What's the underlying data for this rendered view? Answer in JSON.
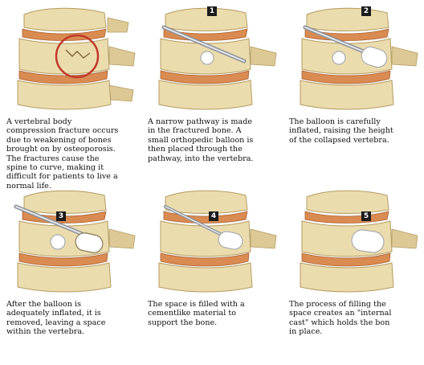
{
  "colors": {
    "bone": "#ebdcae",
    "bone_dark": "#c8b27a",
    "disc": "#d98b52",
    "highlight": "#c0392b",
    "balloon": "#ffffff",
    "badge": "#1b1b1b"
  },
  "panels": [
    {
      "step": "",
      "caption": "A vertebral body\ncompression fracture occurs\ndue to weakening of bones\nbrought on by osteoporosis.\nThe fractures cause the\nspine to curve, making it\ndifficult for patients to live a\nnormal life."
    },
    {
      "step": "1",
      "caption": "A narrow pathway is made\nin the fractured bone. A\nsmall orthopedic balloon is\nthen placed through the\npathway, into the vertebra."
    },
    {
      "step": "2",
      "caption": "The balloon is carefully\ninflated, raising the height\nof the collapsed vertebra."
    },
    {
      "step": "3",
      "caption": "After the balloon is\nadequately inflated, it is\nremoved, leaving a space\nwithin the vertebra."
    },
    {
      "step": "4",
      "caption": "The space is filled with a\ncementlike material to\nsupport the bone."
    },
    {
      "step": "5",
      "caption": "The process of filling the\nspace creates an \"internal\ncast\" which holds the bon\nin place."
    }
  ]
}
